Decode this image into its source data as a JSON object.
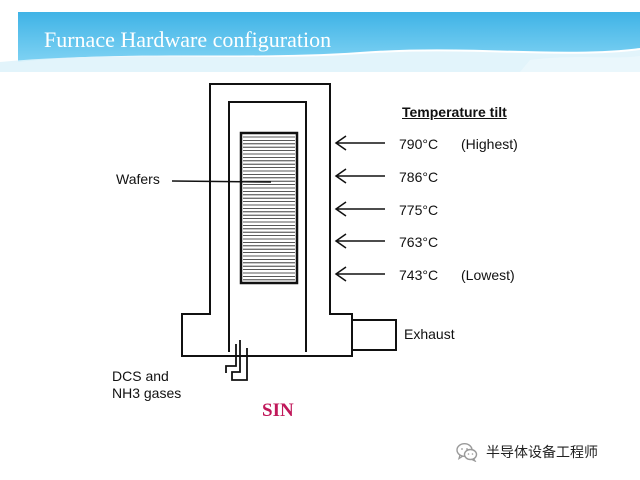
{
  "slide": {
    "title": "Furnace Hardware configuration",
    "header_color": "#5fc2ec"
  },
  "diagram": {
    "wafers_label": "Wafers",
    "temperature_heading": "Temperature tilt",
    "zones": [
      {
        "temp": "790°C",
        "note": "(Highest)"
      },
      {
        "temp": "786°C",
        "note": ""
      },
      {
        "temp": "775°C",
        "note": ""
      },
      {
        "temp": "763°C",
        "note": ""
      },
      {
        "temp": "743°C",
        "note": "(Lowest)"
      }
    ],
    "exhaust_label": "Exhaust",
    "gas_label_line1": "DCS and",
    "gas_label_line2": "NH3 gases",
    "process_label": "SIN",
    "process_label_color": "#c0185a"
  },
  "watermark": {
    "icon": "wechat-icon",
    "text": "半导体设备工程师"
  }
}
